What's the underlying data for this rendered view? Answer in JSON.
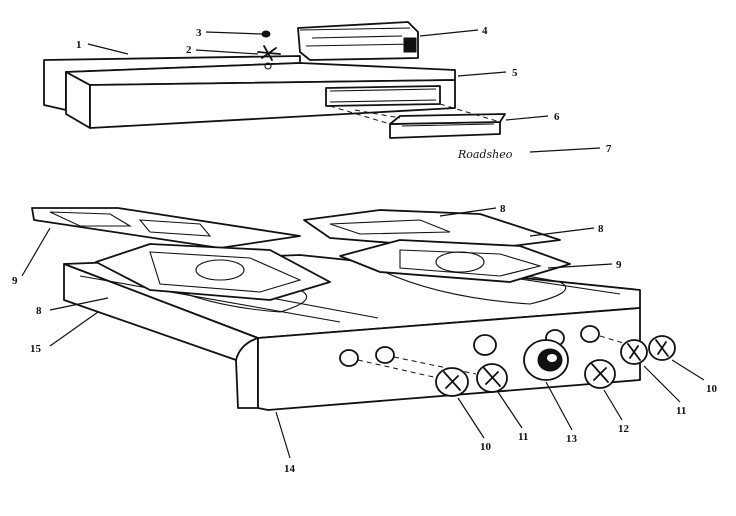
{
  "diagram": {
    "callouts": [
      {
        "id": "c1",
        "text": "1"
      },
      {
        "id": "c2",
        "text": "2"
      },
      {
        "id": "c3",
        "text": "3"
      },
      {
        "id": "c4",
        "text": "4"
      },
      {
        "id": "c5",
        "text": "5"
      },
      {
        "id": "c6",
        "text": "6"
      },
      {
        "id": "c7",
        "text": "7"
      },
      {
        "id": "c8a",
        "text": "8"
      },
      {
        "id": "c8b",
        "text": "8"
      },
      {
        "id": "c8c",
        "text": "8"
      },
      {
        "id": "c9a",
        "text": "9"
      },
      {
        "id": "c9b",
        "text": "9"
      },
      {
        "id": "c15",
        "text": "15"
      },
      {
        "id": "c14",
        "text": "14"
      },
      {
        "id": "c10a",
        "text": "10"
      },
      {
        "id": "c11a",
        "text": "11"
      },
      {
        "id": "c13",
        "text": "13"
      },
      {
        "id": "c12",
        "text": "12"
      },
      {
        "id": "c11b",
        "text": "11"
      },
      {
        "id": "c10b",
        "text": "10"
      }
    ],
    "nameplate_script": "Roadsheo"
  }
}
